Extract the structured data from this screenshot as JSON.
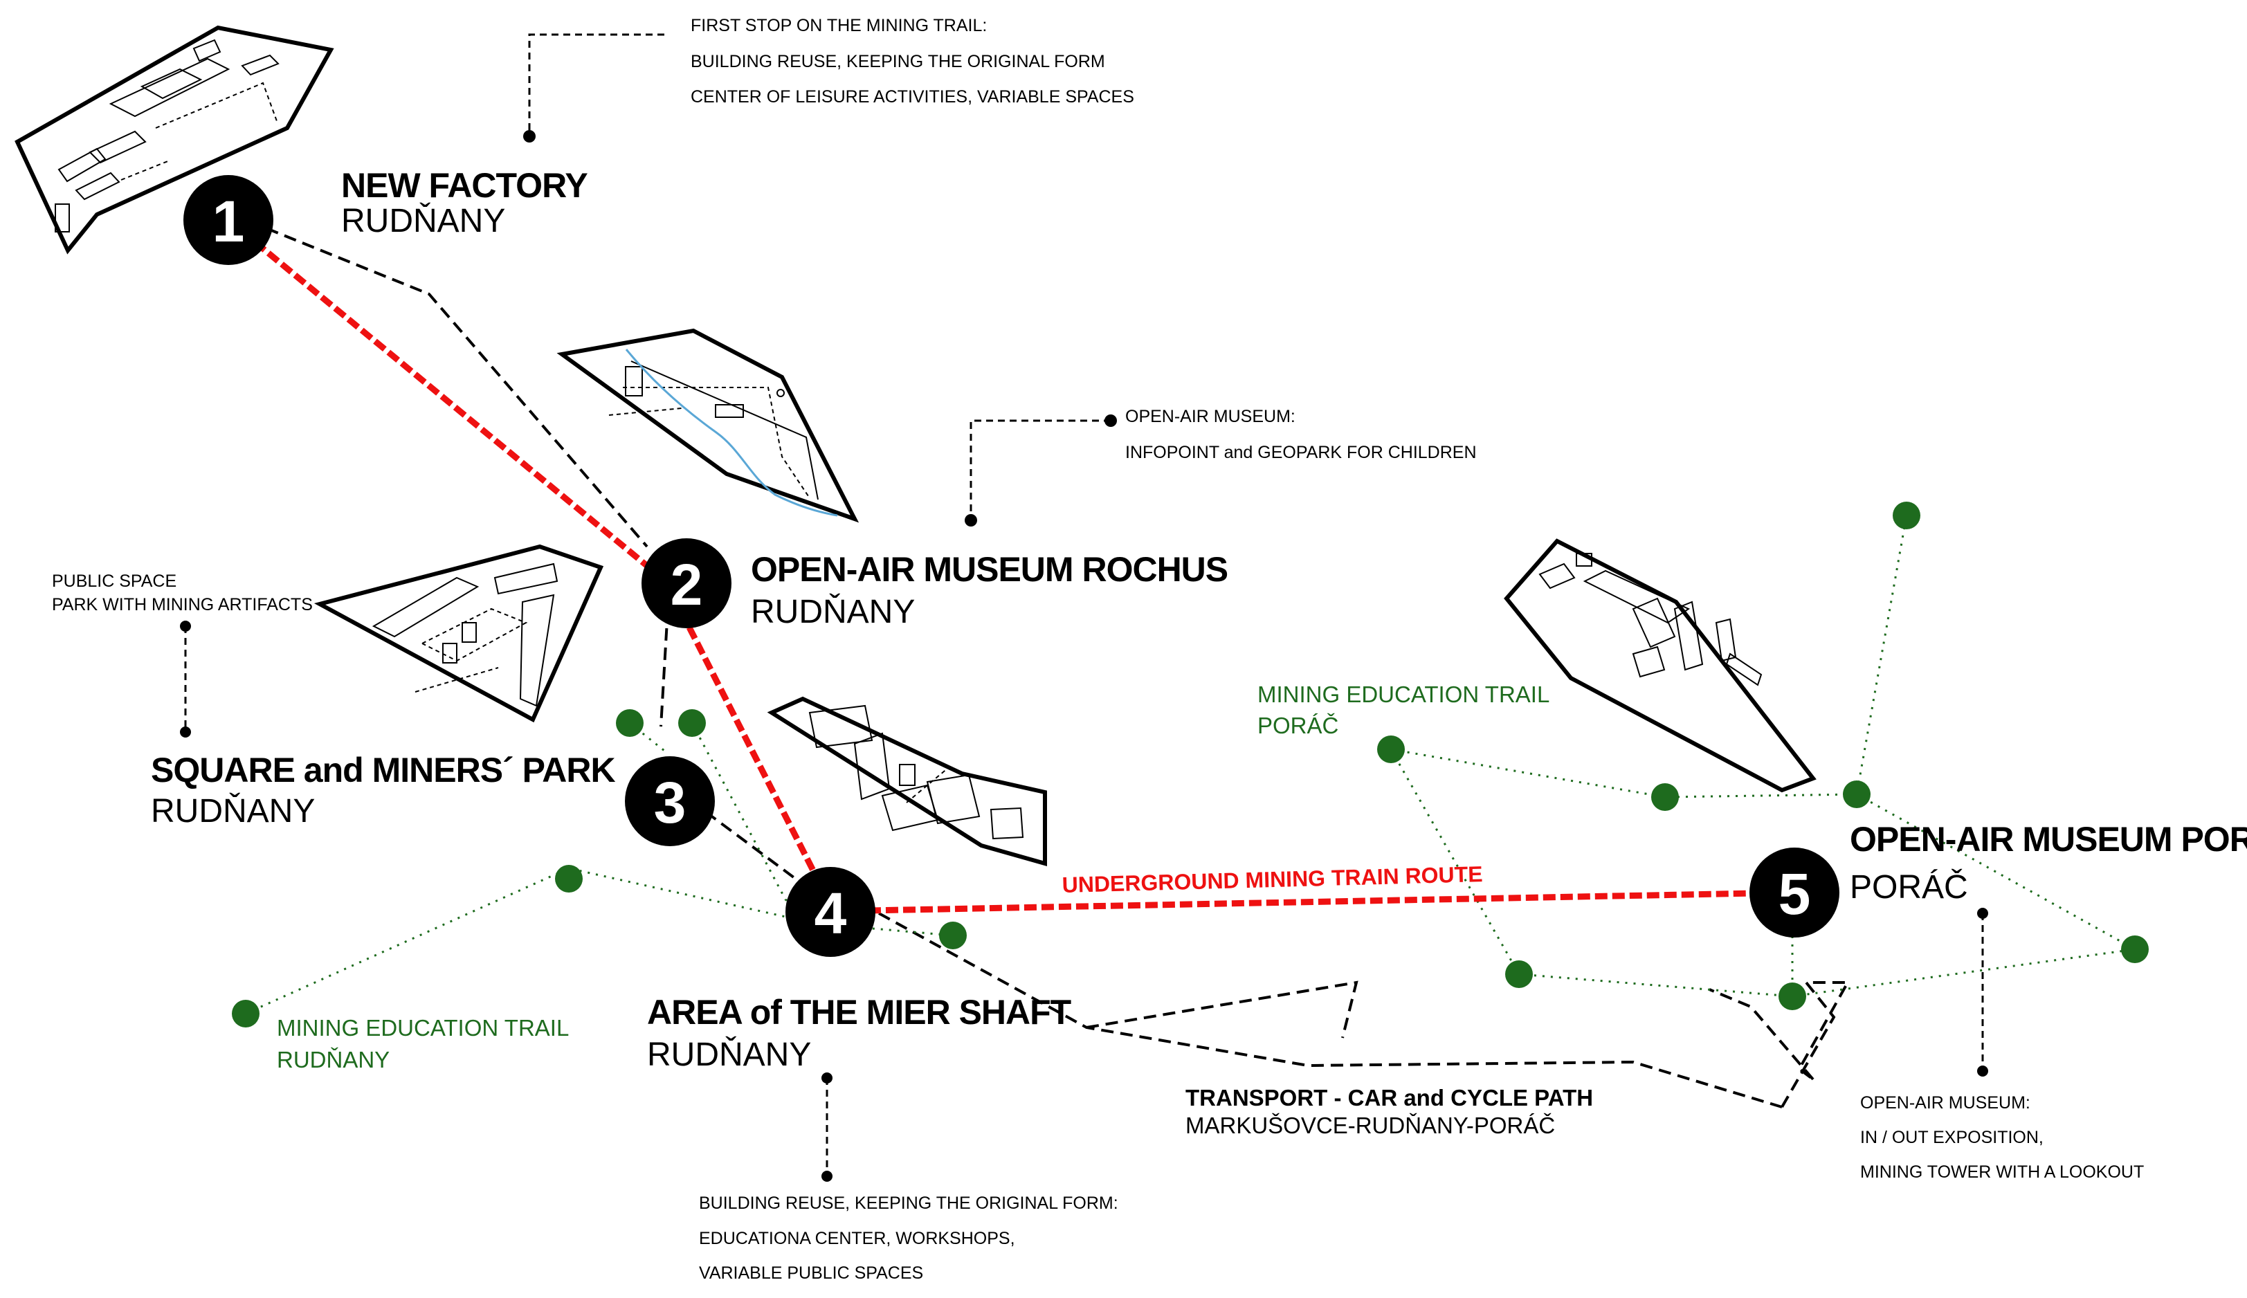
{
  "colors": {
    "rail": "#ee1111",
    "trail": "#1e6b1e",
    "stop": "#000000",
    "water": "#5aa7d6"
  },
  "stops": [
    {
      "number": "1",
      "name": "NEW FACTORY",
      "place": "RUDŇANY"
    },
    {
      "number": "2",
      "name": "OPEN-AIR MUSEUM ROCHUS",
      "place": "RUDŇANY"
    },
    {
      "number": "3",
      "name": "SQUARE and MINERS´ PARK",
      "place": "RUDŇANY"
    },
    {
      "number": "4",
      "name": "AREA of THE MIER SHAFT",
      "place": "RUDŇANY"
    },
    {
      "number": "5",
      "name": "OPEN-AIR MUSEUM PORÁČ",
      "place": "PORÁČ"
    }
  ],
  "notes": {
    "n1": [
      "FIRST STOP  ON THE MINING TRAIL:",
      "BUILDING REUSE, KEEPING THE ORIGINAL FORM",
      "CENTER OF LEISURE ACTIVITIES, VARIABLE SPACES"
    ],
    "n2": [
      "OPEN-AIR MUSEUM:",
      "INFOPOINT and GEOPARK FOR CHILDREN"
    ],
    "n3": [
      "PUBLIC SPACE",
      "PARK WITH MINING  ARTIFACTS"
    ],
    "n4": [
      "BUILDING REUSE, KEEPING THE ORIGINAL FORM:",
      "EDUCATIONA CENTER, WORKSHOPS,",
      "VARIABLE PUBLIC SPACES"
    ],
    "n5": [
      "OPEN-AIR MUSEUM:",
      "IN / OUT EXPOSITION,",
      "MINING TOWER WITH A LOOKOUT"
    ]
  },
  "routes": {
    "underground": "UNDERGROUND MINING TRAIN ROUTE",
    "transport_title": "TRANSPORT - CAR and CYCLE PATH",
    "transport_sub": "MARKUŠOVCE-RUDŇANY-PORÁČ"
  },
  "trails": {
    "porac_title": "MINING EDUCATION TRAIL",
    "porac_place": "PORÁČ",
    "rudnany_title": "MINING EDUCATION TRAIL",
    "rudnany_place": "RUDŇANY"
  }
}
